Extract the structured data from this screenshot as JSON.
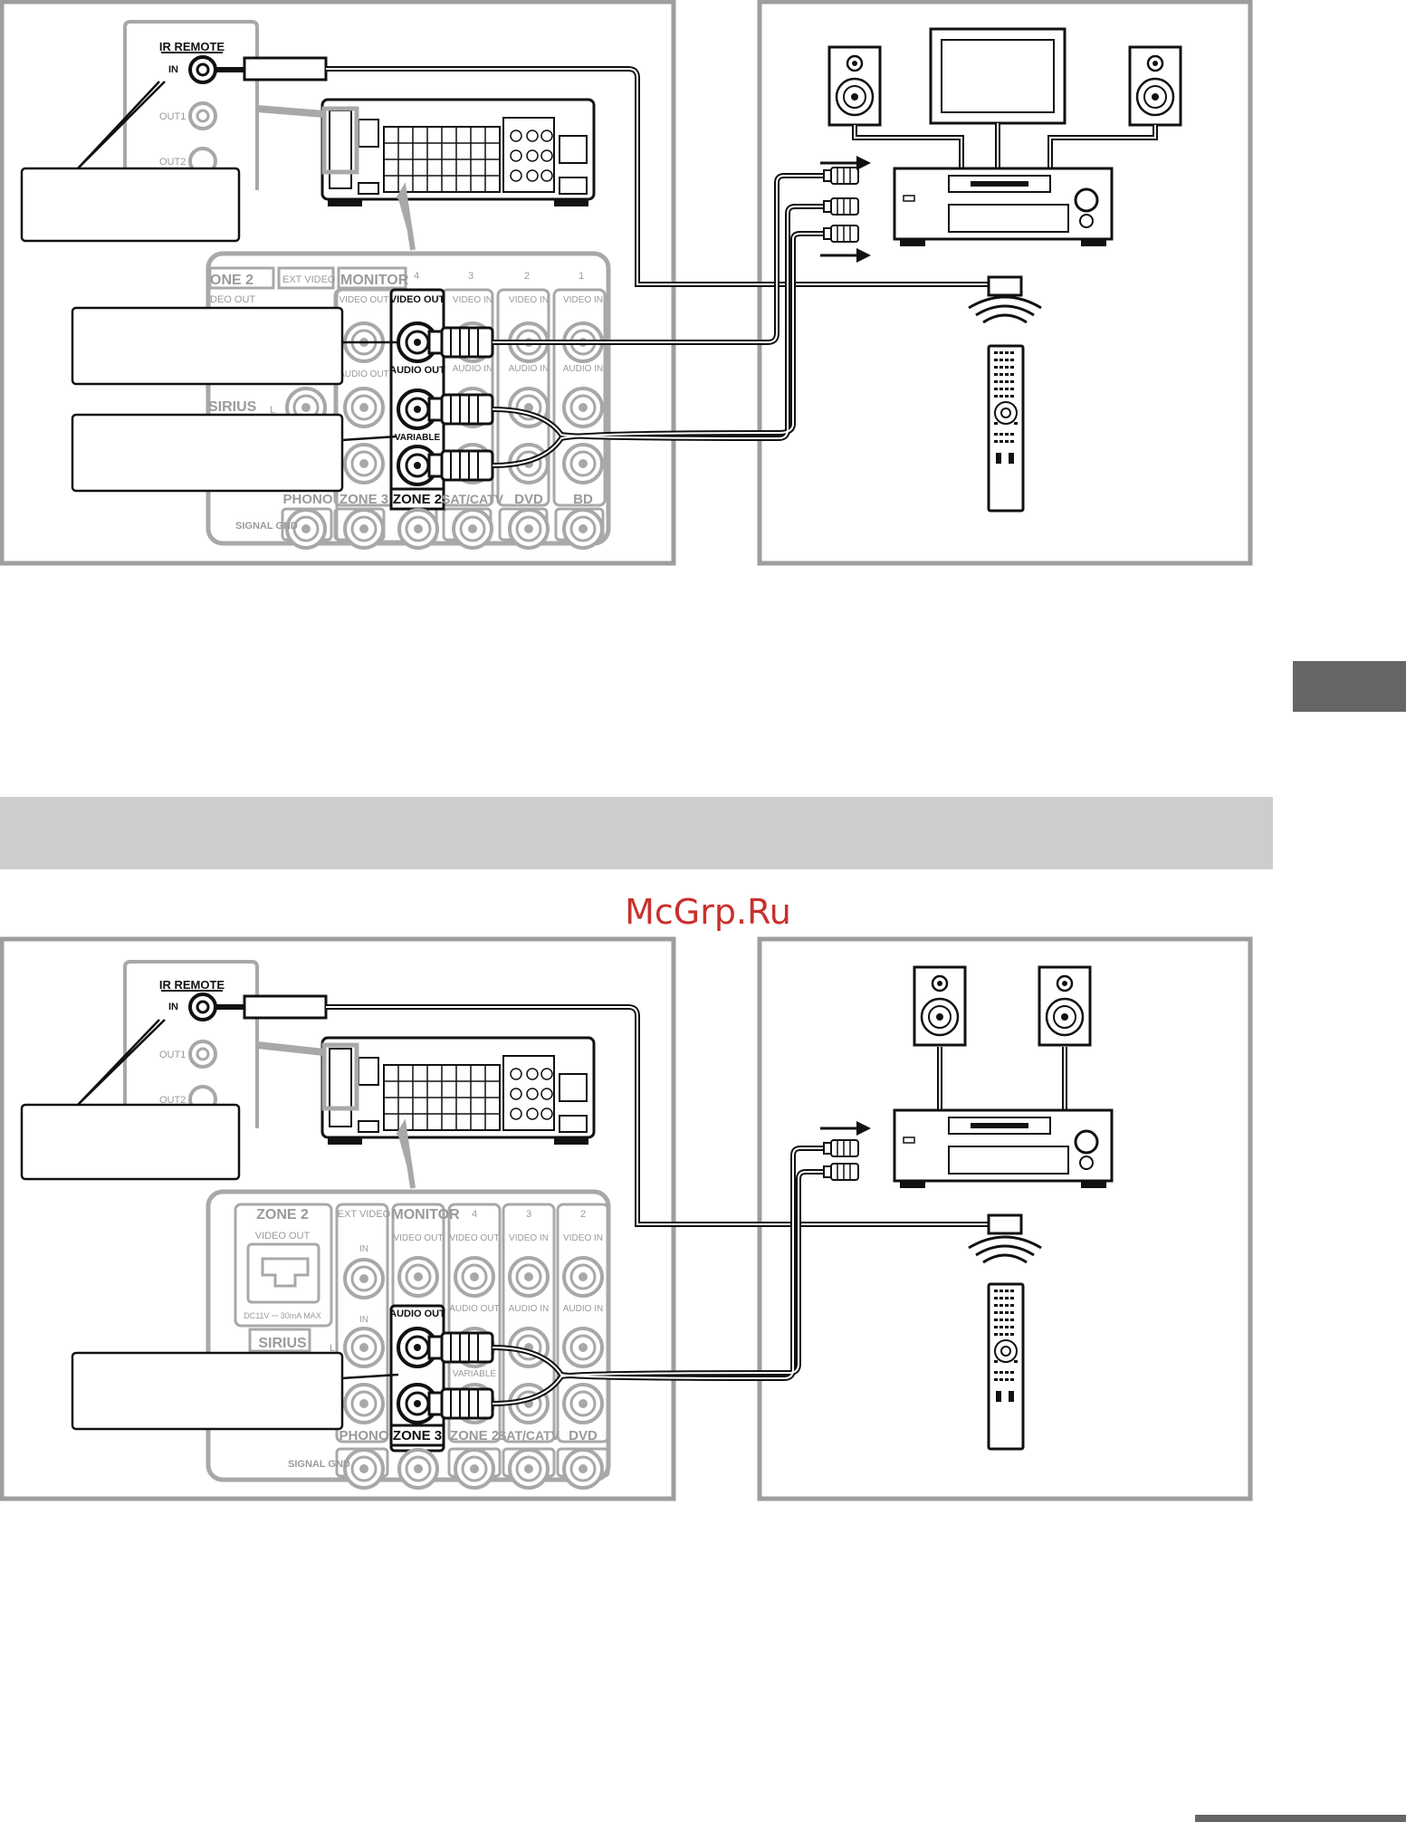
{
  "watermark": "McGrp.Ru",
  "colors": {
    "frame": "#9e9e9e",
    "panel_gray": "#a8a8a8",
    "banner": "#cdcdcd",
    "side_tab": "#666666",
    "watermark": "#c9302c",
    "ink": "#111111"
  },
  "diagram_top": {
    "ir_remote": {
      "title": "IR REMOTE",
      "in": "IN",
      "out1": "OUT1",
      "out2": "OUT2"
    },
    "top_labels": {
      "zone2": "ONE 2",
      "ext_video": "EXT VIDEO",
      "monitor": "MONITOR"
    },
    "column_numbers": [
      "4",
      "3",
      "2",
      "1"
    ],
    "video_out_hl": "VIDEO OUT",
    "audio_out_hl": "AUDIO OUT",
    "variable_hl": "VARIABLE",
    "video_in": "VIDEO IN",
    "audio_in": "AUDIO IN",
    "video_out_gray": "VIDEO OUT",
    "audio_out_gray": "AUDIO OUT",
    "video_out_cut": "DEO OUT",
    "sirius": "SIRIUS",
    "l_mark": "L",
    "bottom_labels": [
      "PHONO",
      "ZONE 3",
      "ZONE 2",
      "SAT/CATV",
      "DVD",
      "BD"
    ],
    "signal_gnd": "SIGNAL GND"
  },
  "diagram_bottom": {
    "ir_remote": {
      "title": "IR REMOTE",
      "in": "IN",
      "out1": "OUT1",
      "out2": "OUT2"
    },
    "top_labels": {
      "zone2": "ZONE 2",
      "ext_video": "EXT VIDEO",
      "monitor": "MONITOR"
    },
    "column_numbers": [
      "4",
      "3",
      "2"
    ],
    "video_out_zone2": "VIDEO OUT",
    "dc_rating": "DC11V ⎓ 30mA MAX",
    "in_label": "IN",
    "video_out": "VIDEO OUT",
    "video_in": "VIDEO IN",
    "audio_out_hl": "AUDIO OUT",
    "audio_out_gray": "AUDIO OUT",
    "audio_in": "AUDIO IN",
    "variable": "VARIABLE",
    "sirius": "SIRIUS",
    "l_mark": "L",
    "bottom_labels": [
      "PHONO",
      "ZONE 3",
      "ZONE 2",
      "SAT/CATV",
      "DVD"
    ],
    "signal_gnd": "SIGNAL GND"
  }
}
